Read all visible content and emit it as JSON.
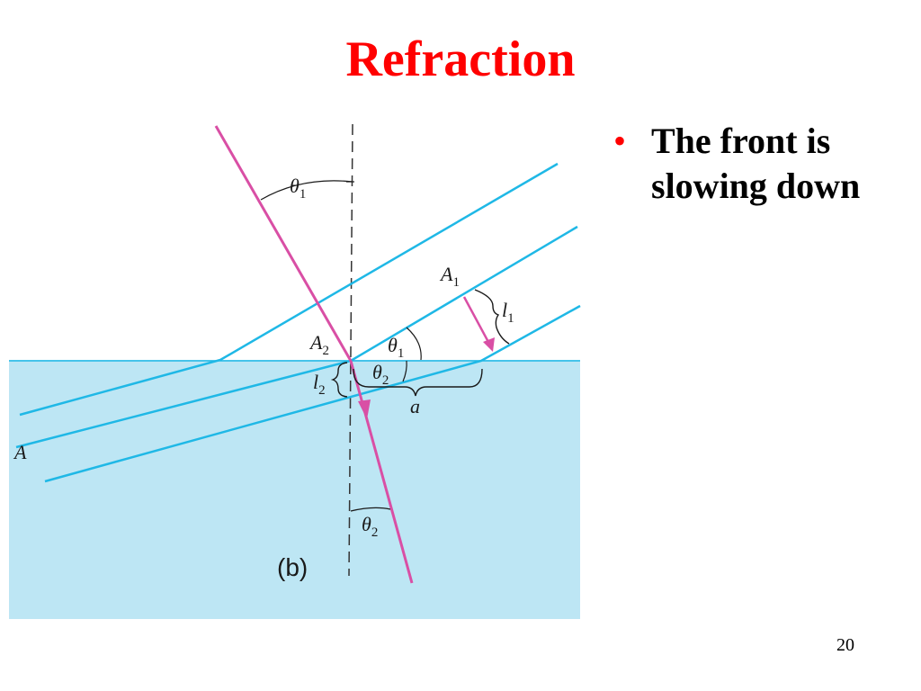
{
  "slide": {
    "title": "Refraction",
    "bullets": [
      "The front is slowing down"
    ],
    "bullet_marker": "•",
    "page_number": "20"
  },
  "colors": {
    "title": "#ff0000",
    "bullet_marker": "#ff0000",
    "text": "#000000",
    "water": "#bde6f4",
    "wavefront": "#1fb8e6",
    "ray": "#d94fa5",
    "normal": "#333333",
    "annotation": "#1a1a1a"
  },
  "figure": {
    "panel_label": "(b)",
    "labels": {
      "A": "A",
      "A1_main": "A",
      "A1_sub": "1",
      "A2_main": "A",
      "A2_sub": "2",
      "l1_main": "l",
      "l1_sub": "1",
      "l2_main": "l",
      "l2_sub": "2",
      "theta1_top_main": "θ",
      "theta1_top_sub": "1",
      "theta1_mid_main": "θ",
      "theta1_mid_sub": "1",
      "theta2_mid_main": "θ",
      "theta2_mid_sub": "2",
      "theta2_low_main": "θ",
      "theta2_low_sub": "2",
      "a": "a"
    }
  }
}
